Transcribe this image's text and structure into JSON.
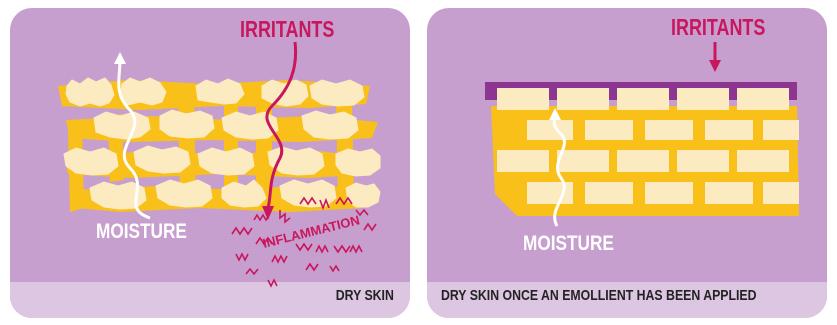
{
  "colors": {
    "panel_bg": "#c79fce",
    "caption_strip": "#dcc6e2",
    "cell": "#fcebc0",
    "lipid": "#f9c01a",
    "irritant": "#c8175d",
    "emollient_bar": "#8c3692",
    "moisture_arrow": "#ffffff"
  },
  "left_panel": {
    "caption": "DRY SKIN",
    "irritants_label": "IRRITANTS",
    "moisture_label": "MOISTURE",
    "inflammation_label": "INFLAMMATION"
  },
  "right_panel": {
    "caption": "DRY SKIN ONCE AN EMOLLIENT HAS BEEN APPLIED",
    "irritants_label": "IRRITANTS",
    "moisture_label": "MOISTURE"
  }
}
